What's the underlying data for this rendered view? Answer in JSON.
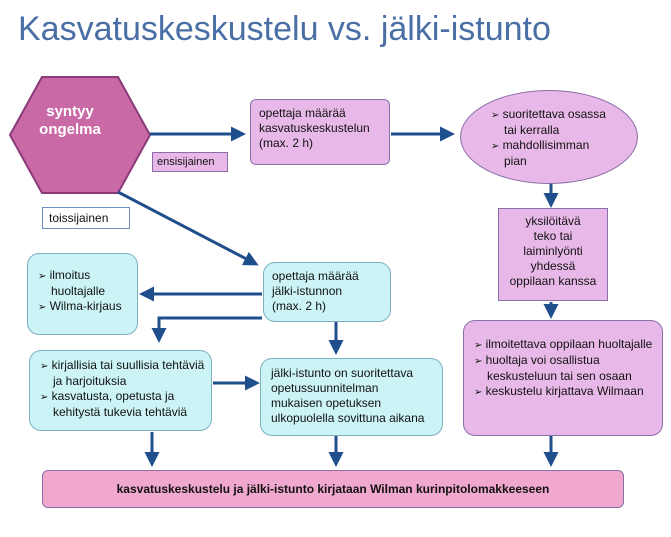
{
  "title": "Kasvatuskeskustelu vs. jälki-istunto",
  "nodes": {
    "problem": {
      "line1": "syntyy",
      "line2": "ongelma"
    },
    "primary_label": "ensisijainen",
    "secondary_label": "toissijainen",
    "discussion": {
      "lines": [
        "opettaja määrää",
        "kasvatuskeskustelun",
        "(max. 2 h)"
      ]
    },
    "discussion_when": {
      "items": [
        "suoritettava osassa tai kerralla",
        "mahdollisimman pian"
      ]
    },
    "individualize": {
      "lines": [
        "yksilöitävä",
        "teko tai",
        "laiminlyönti",
        "yhdessä",
        "oppilaan kanssa"
      ]
    },
    "notify_parent": {
      "items": [
        "ilmoitettava oppilaan huoltajalle",
        "huoltaja voi osallistua keskusteluun tai sen osaan",
        "keskustelu kirjattava Wilmaan"
      ]
    },
    "detention": {
      "lines": [
        "opettaja määrää",
        "jälki-istunnon",
        "(max. 2 h)"
      ]
    },
    "detention_notice": {
      "items": [
        "ilmoitus huoltajalle",
        "Wilma-kirjaus"
      ]
    },
    "detention_tasks": {
      "items": [
        "kirjallisia tai suullisia tehtäviä ja harjoituksia",
        "kasvatusta, opetusta ja kehitystä tukevia tehtäviä"
      ]
    },
    "detention_time": {
      "text": "jälki-istunto on suoritettava opetussuunnitelman mukaisen opetuksen ulkopuolella sovittuna aikana"
    },
    "record": {
      "text": "kasvatuskeskustelu ja jälki-istunto kirjataan Wilman kurinpitolomakkeeseen"
    }
  },
  "colors": {
    "title": "#4a6fa5",
    "hexagon": "#c96aa6",
    "pink_box": "#e8b9e8",
    "cyan_box": "#ccf3f5",
    "record_bar": "#f0a8cf",
    "arrow": "#1f4e8c"
  }
}
